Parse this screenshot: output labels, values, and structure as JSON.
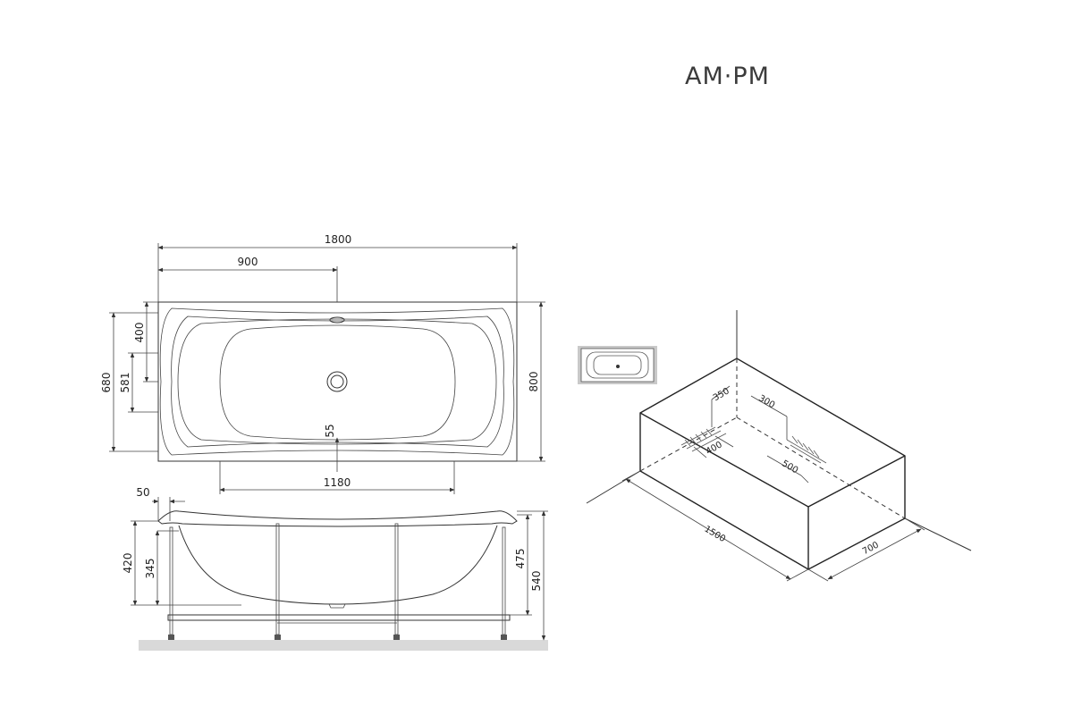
{
  "brand": {
    "logo_text": "AM·PM"
  },
  "top_view": {
    "dimensions": {
      "overall_length": "1800",
      "half_length": "900",
      "overall_width": "800",
      "inner_width": "680",
      "drain_offset": "581",
      "overflow_offset": "400",
      "drain_edge": "55",
      "bottom_length": "1180"
    }
  },
  "side_view": {
    "dimensions": {
      "rim_overhang": "50",
      "height_420": "420",
      "height_345": "345",
      "height_475": "475",
      "height_540": "540"
    }
  },
  "installation_view": {
    "dimensions": {
      "depth_350": "350",
      "spacing_300": "300",
      "width_400": "400",
      "width_500": "500",
      "length_1500": "1500",
      "width_700": "700"
    }
  }
}
